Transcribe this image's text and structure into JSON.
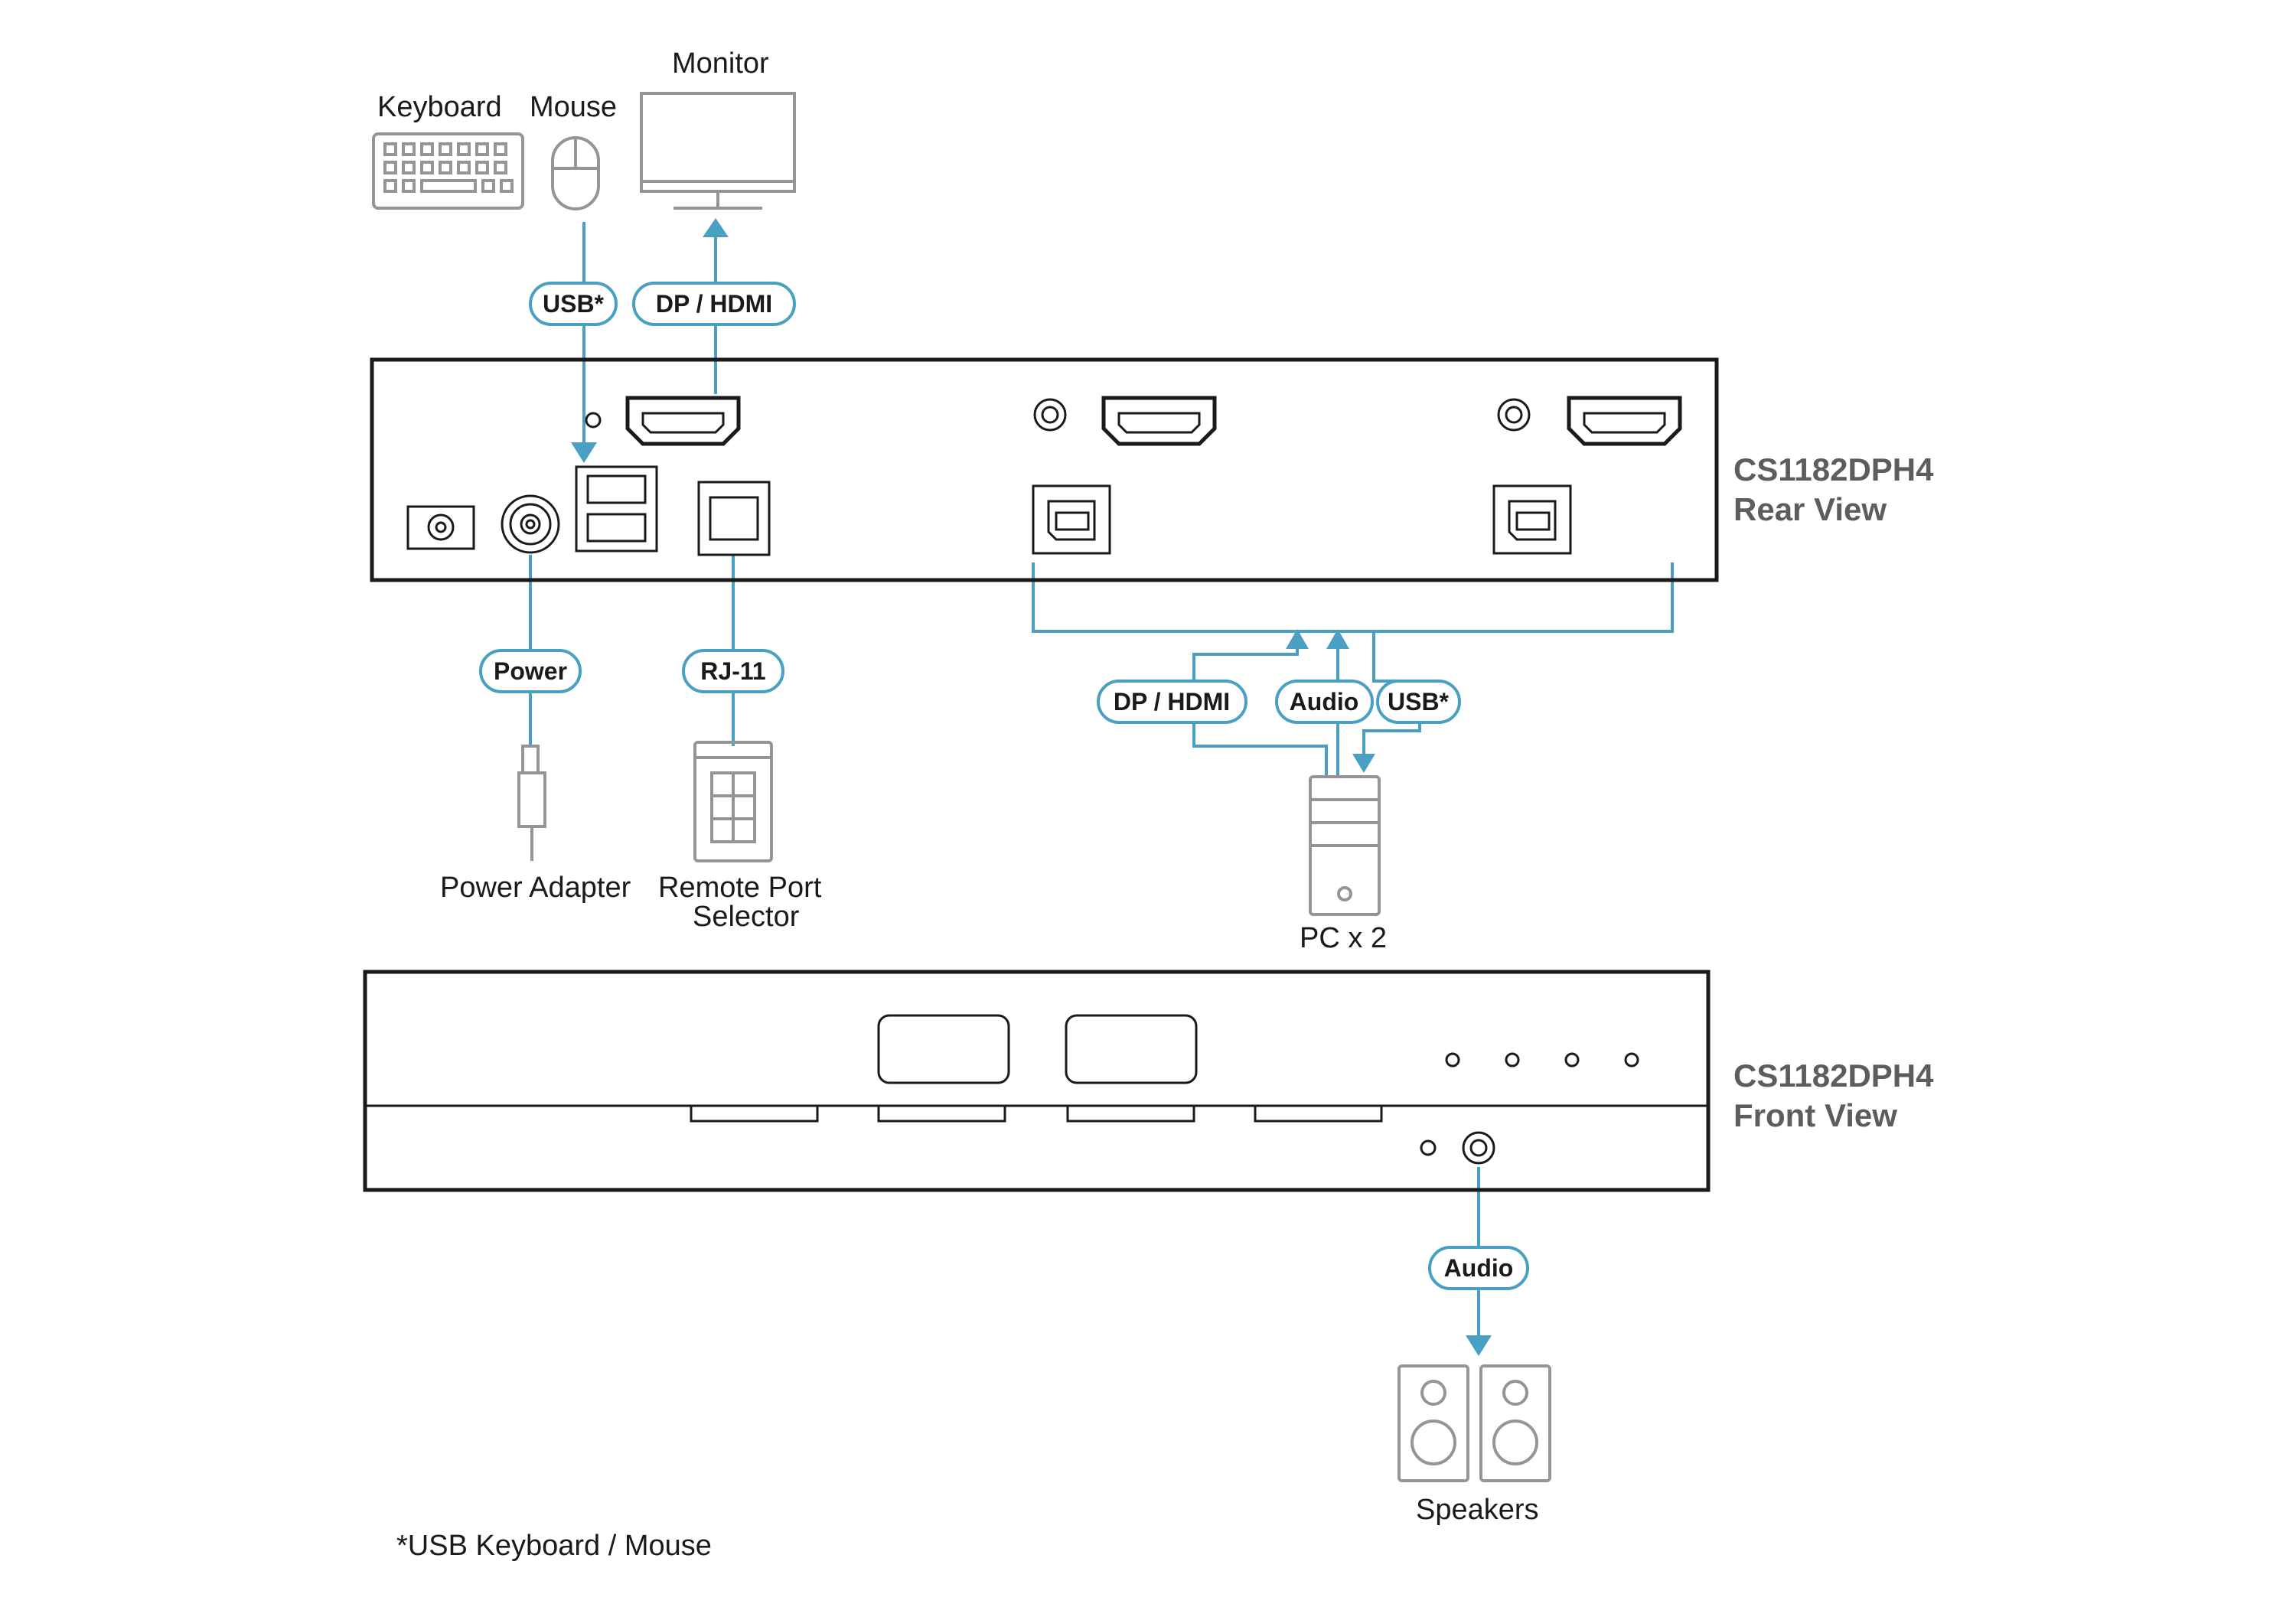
{
  "devices": {
    "keyboard": "Keyboard",
    "mouse": "Mouse",
    "monitor": "Monitor",
    "power_adapter": "Power Adapter",
    "remote_port_selector_line1": "Remote Port",
    "remote_port_selector_line2": "Selector",
    "pc": "PC x 2",
    "speakers": "Speakers"
  },
  "cables": {
    "usb_top": "USB*",
    "dp_hdmi_top": "DP / HDMI",
    "power": "Power",
    "rj11": "RJ-11",
    "dp_hdmi_pc": "DP / HDMI",
    "audio_pc": "Audio",
    "usb_pc": "USB*",
    "audio_front": "Audio"
  },
  "titles": {
    "rear_model": "CS1182DPH4",
    "rear_view": "Rear View",
    "front_model": "CS1182DPH4",
    "front_view": "Front View"
  },
  "footnote": "*USB Keyboard / Mouse",
  "colors": {
    "cable": "#4aa0c2",
    "device_outline": "#939598",
    "unit_outline": "#1a1a1a",
    "title_text": "#5b5d60"
  }
}
